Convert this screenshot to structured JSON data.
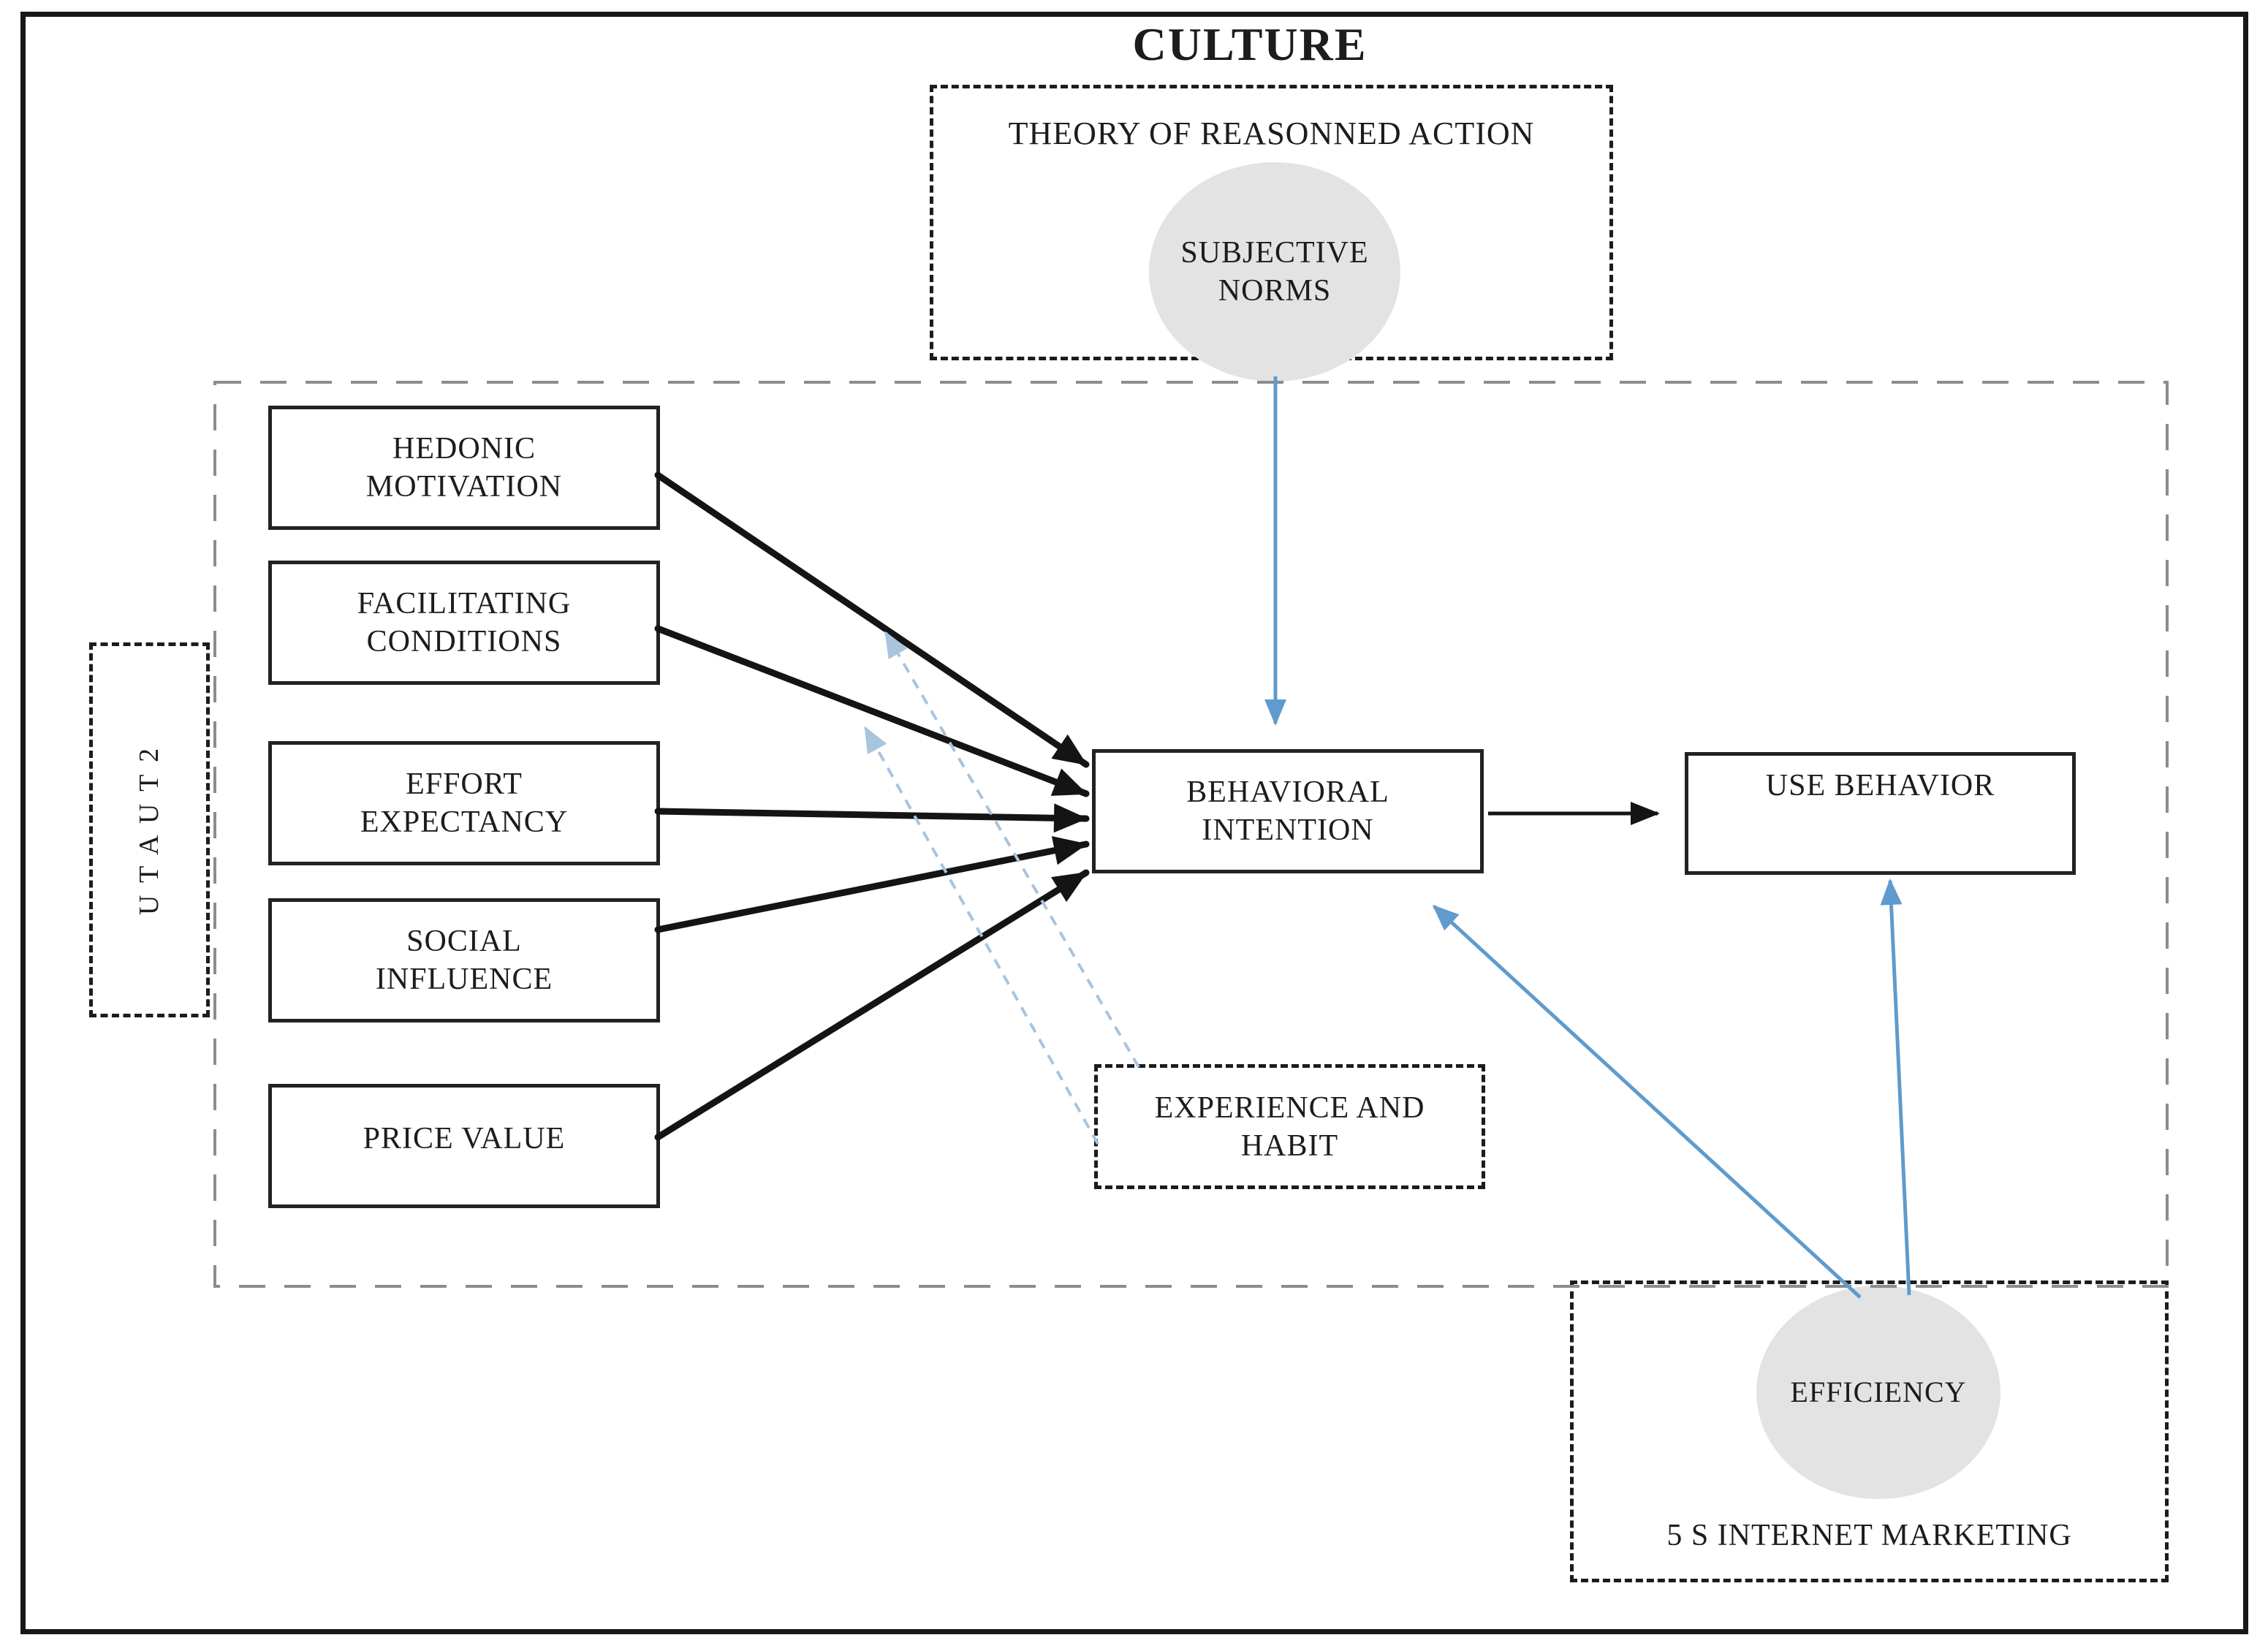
{
  "title": "CULTURE",
  "tra": {
    "heading": "THEORY OF REASONNED ACTION",
    "node_line1": "SUBJECTIVE",
    "node_line2": "NORMS"
  },
  "utaut2": {
    "label": "U T A U T 2",
    "factors": [
      {
        "line1": "HEDONIC",
        "line2": "MOTIVATION"
      },
      {
        "line1": "FACILITATING",
        "line2": "CONDITIONS"
      },
      {
        "line1": "EFFORT",
        "line2": "EXPECTANCY"
      },
      {
        "line1": "SOCIAL",
        "line2": "INFLUENCE"
      },
      {
        "line1": "PRICE VALUE",
        "line2": ""
      }
    ]
  },
  "center": {
    "behavioral_intention_line1": "BEHAVIORAL",
    "behavioral_intention_line2": "INTENTION",
    "use_behavior": "USE BEHAVIOR",
    "experience_habit_line1": "EXPERIENCE AND",
    "experience_habit_line2": "HABIT"
  },
  "marketing": {
    "heading": "5 S INTERNET MARKETING",
    "node": "EFFICIENCY"
  },
  "colors": {
    "arrow_black": "#141414",
    "arrow_blue": "#5f9bcc",
    "arrow_blue_dashed": "#a9c4dd",
    "node_fill_gray": "#e4e3e4",
    "container_dash_gray": "#8c8c8c",
    "border_black": "#1c1c1c"
  }
}
